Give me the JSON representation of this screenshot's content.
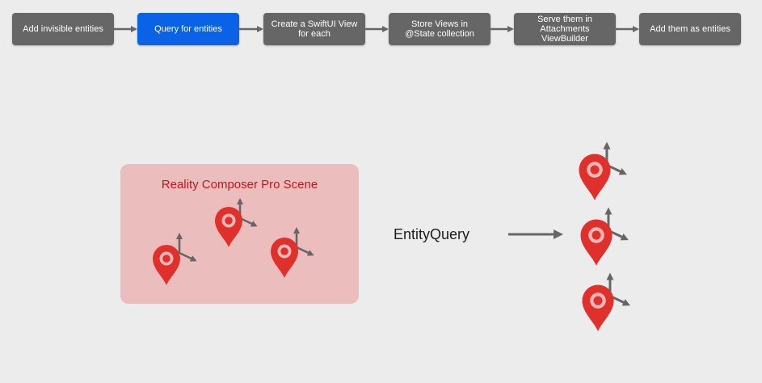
{
  "steps": [
    {
      "label": "Add invisible entities",
      "active": false
    },
    {
      "label": "Query for entities",
      "active": true
    },
    {
      "label": "Create a SwiftUI View\nfor each",
      "active": false
    },
    {
      "label": "Store Views in\n@State collection",
      "active": false
    },
    {
      "label": "Serve them in\nAttachments ViewBuilder",
      "active": false
    },
    {
      "label": "Add them as entities",
      "active": false
    }
  ],
  "scene": {
    "title": "Reality Composer Pro Scene"
  },
  "query": {
    "label": "EntityQuery"
  },
  "colors": {
    "step_bg": "#666666",
    "step_active": "#0a62e6",
    "arrow": "#666666",
    "pin": "#e0302c",
    "scene_bg": "#ecbdbd",
    "scene_title": "#c4161a"
  },
  "icons": [
    "location-pin-icon",
    "axis-gizmo-icon",
    "arrow-right-icon"
  ]
}
